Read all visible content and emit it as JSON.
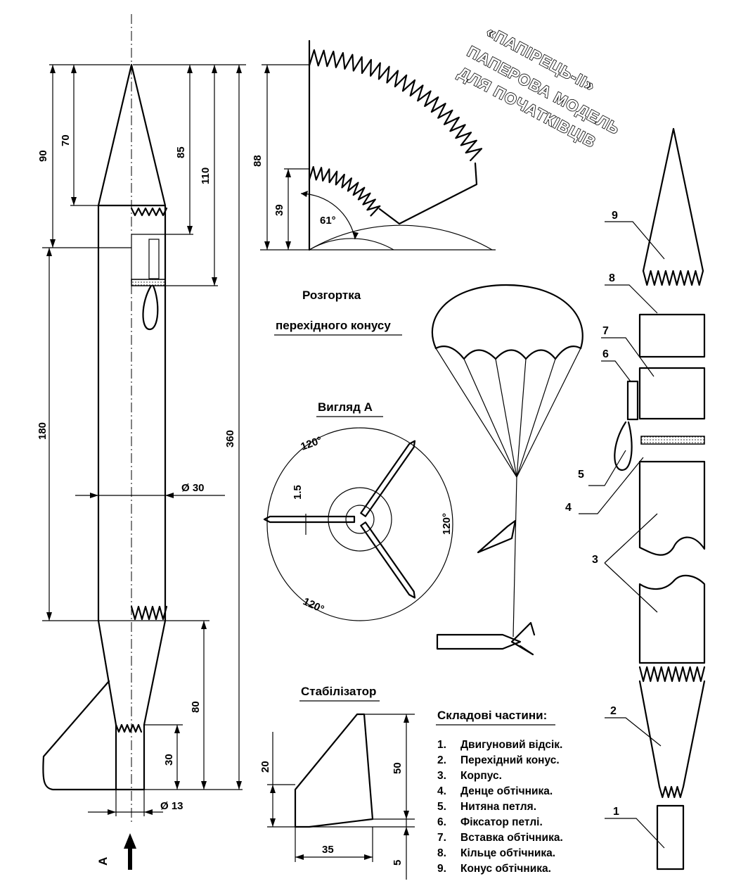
{
  "title": {
    "line1": "«ПАПІРЕЦЬ-II»",
    "line2": "ПАПЕРОВА МОДЕЛЬ",
    "line3": "ДЛЯ ПОЧАТКІВЦІВ"
  },
  "sections": {
    "cone_unfold_line1": "Розгортка",
    "cone_unfold_line2": "перехідного конусу",
    "view_a": "Вигляд  А",
    "stabilizer": "Стабілізатор",
    "parts_heading": "Складові частини:"
  },
  "dimensions": {
    "d90": "90",
    "d70": "70",
    "d85": "85",
    "d110": "110",
    "d180": "180",
    "d360": "360",
    "dia30": "Ø 30",
    "d80": "80",
    "d30": "30",
    "dia13": "Ø 13",
    "view_letter": "А",
    "d88": "88",
    "d39": "39",
    "angle61": "61°",
    "a120_top": "120°",
    "a120_right": "120°",
    "a120_bottom": "120°",
    "d1_5": "1.5",
    "s20": "20",
    "s50": "50",
    "s35": "35",
    "s5": "5"
  },
  "part_labels": [
    "9",
    "8",
    "7",
    "6",
    "5",
    "4",
    "3",
    "2",
    "1"
  ],
  "parts_list": [
    {
      "num": "1.",
      "name": "Двигуновий відсік."
    },
    {
      "num": "2.",
      "name": "Перехідний конус."
    },
    {
      "num": "3.",
      "name": "Корпус."
    },
    {
      "num": "4.",
      "name": "Денце обтічника."
    },
    {
      "num": "5.",
      "name": "Нитяна петля."
    },
    {
      "num": "6.",
      "name": "Фіксатор петлі."
    },
    {
      "num": "7.",
      "name": "Вставка обтічника."
    },
    {
      "num": "8.",
      "name": "Кільце обтічника."
    },
    {
      "num": "9.",
      "name": "Конус обтічника."
    }
  ]
}
